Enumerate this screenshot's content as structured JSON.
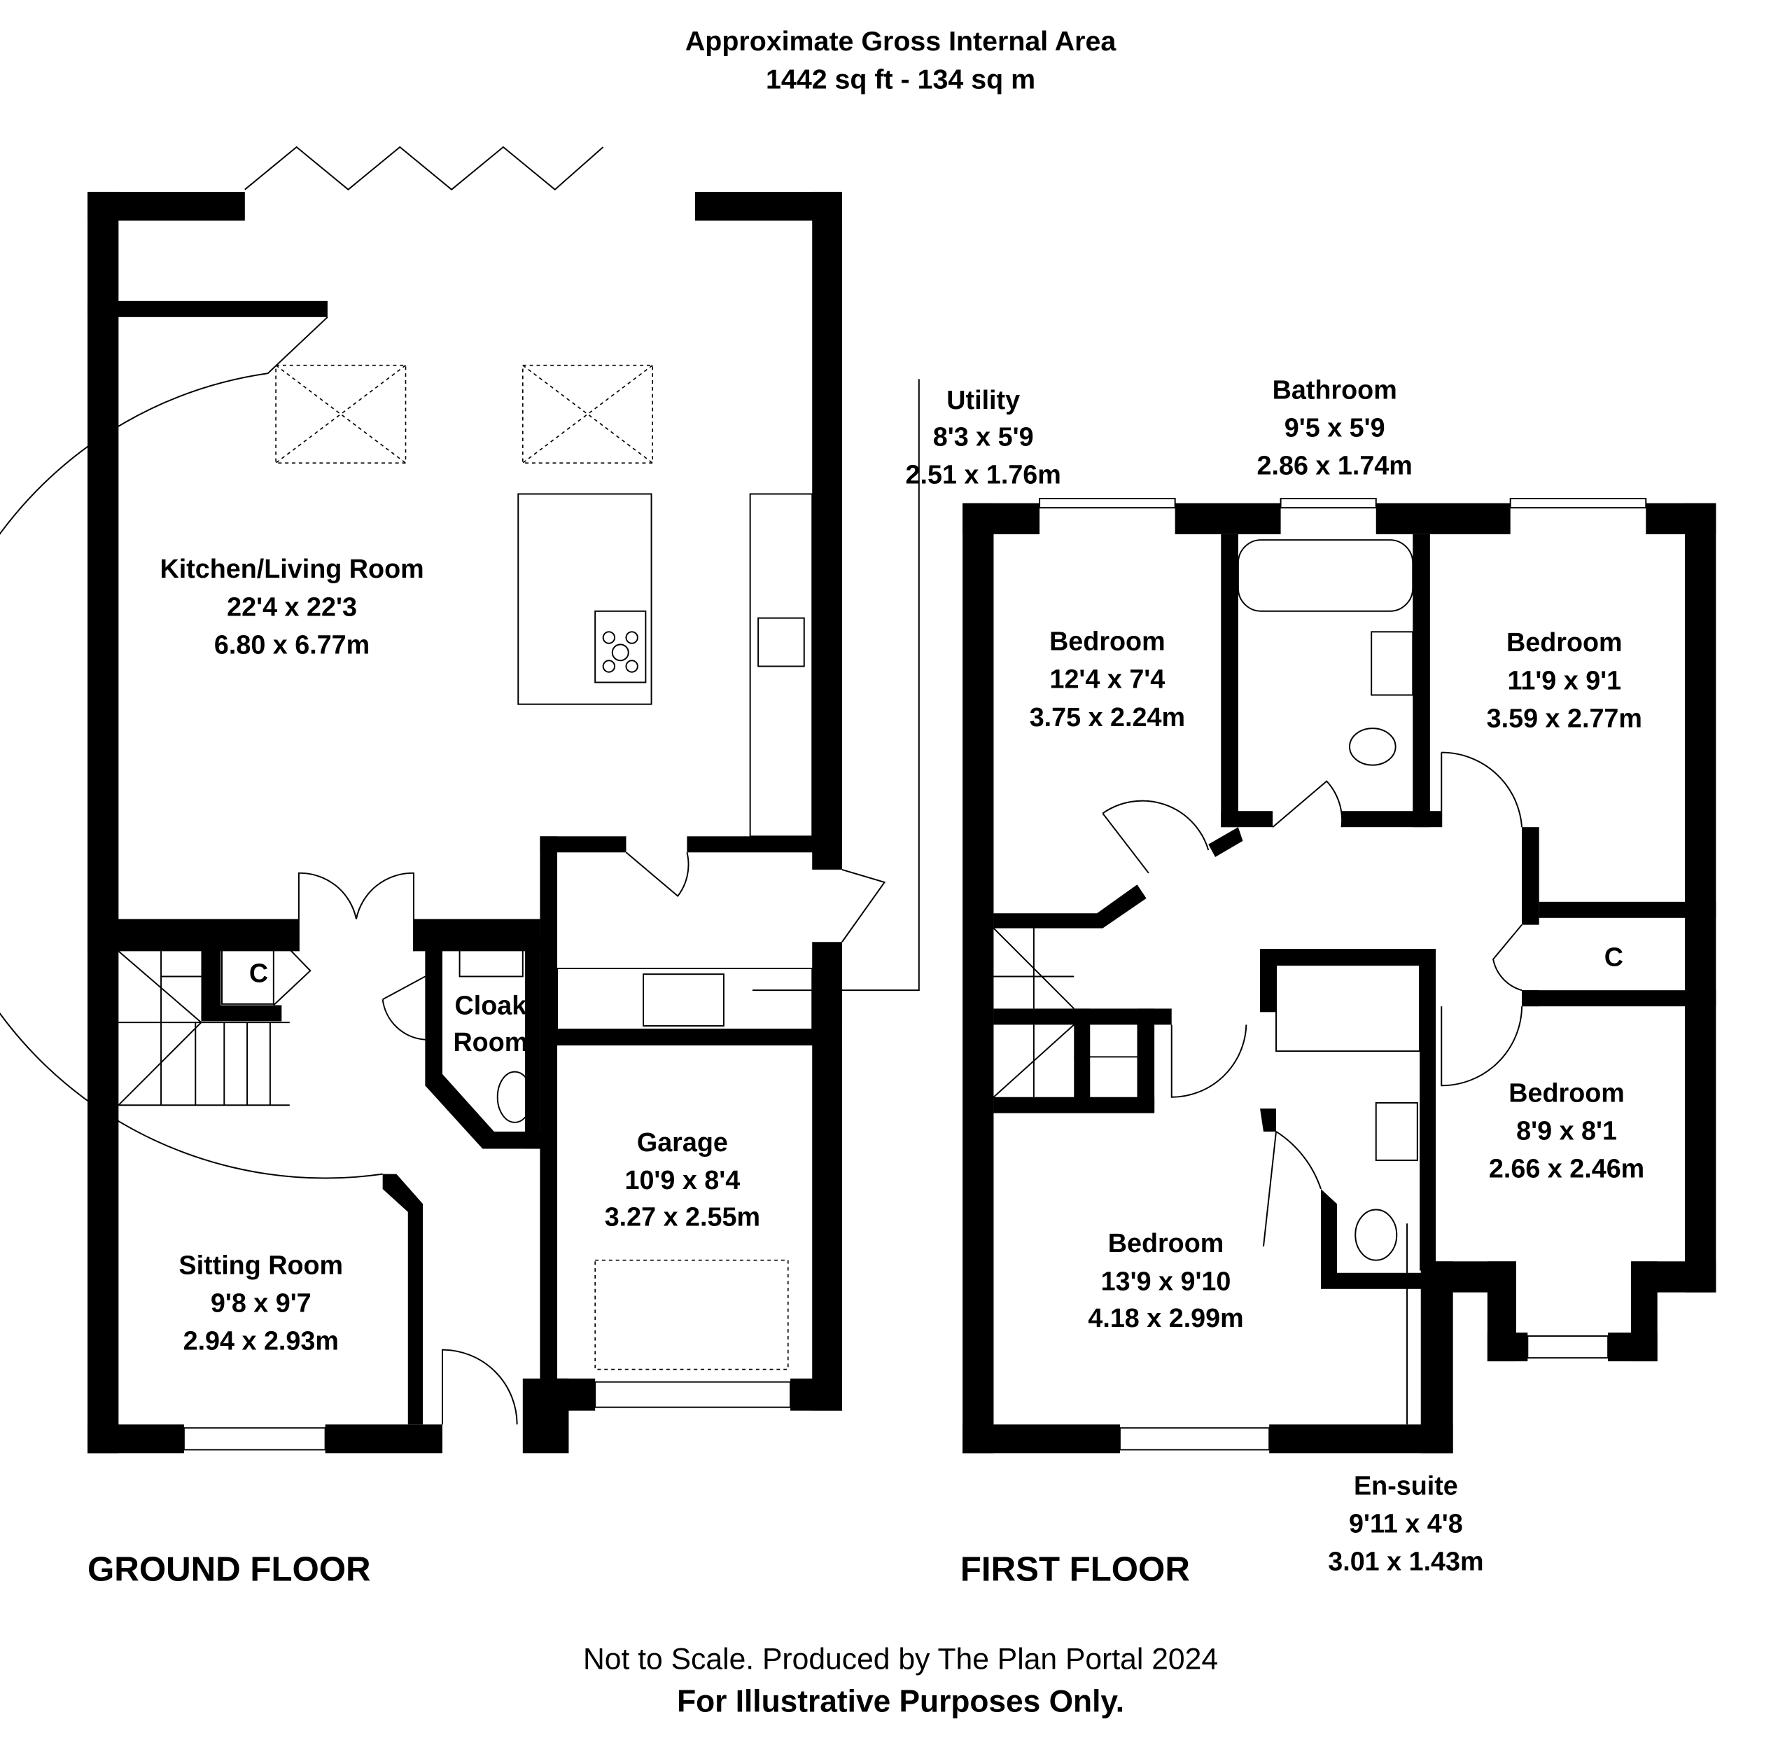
{
  "header": {
    "title": "Approximate Gross Internal Area",
    "area": "1442 sq ft - 134 sq m"
  },
  "ground_floor": {
    "label": "GROUND FLOOR",
    "rooms": [
      {
        "name": "Kitchen/Living Room",
        "imperial": "22'4 x 22'3",
        "metric": "6.80 x 6.77m"
      },
      {
        "name": "Utility",
        "imperial": "8'3 x 5'9",
        "metric": "2.51 x 1.76m"
      },
      {
        "name": "Garage",
        "imperial": "10'9 x 8'4",
        "metric": "3.27 x 2.55m"
      },
      {
        "name": "Sitting Room",
        "imperial": "9'8 x 9'7",
        "metric": "2.94 x 2.93m"
      },
      {
        "name_line1": "Cloak",
        "name_line2": "Room"
      },
      {
        "name": "C"
      }
    ]
  },
  "first_floor": {
    "label": "FIRST FLOOR",
    "rooms": [
      {
        "name": "Bathroom",
        "imperial": "9'5 x 5'9",
        "metric": "2.86 x 1.74m"
      },
      {
        "name": "Bedroom",
        "imperial": "12'4 x 7'4",
        "metric": "3.75 x 2.24m"
      },
      {
        "name": "Bedroom",
        "imperial": "11'9 x 9'1",
        "metric": "3.59 x 2.77m"
      },
      {
        "name": "Bedroom",
        "imperial": "8'9 x 8'1",
        "metric": "2.66 x 2.46m"
      },
      {
        "name": "Bedroom",
        "imperial": "13'9 x 9'10",
        "metric": "4.18 x 2.99m"
      },
      {
        "name": "En-suite",
        "imperial": "9'11 x 4'8",
        "metric": "3.01 x 1.43m"
      },
      {
        "name": "C"
      }
    ]
  },
  "footer": {
    "line1": "Not to Scale. Produced by The Plan Portal 2024",
    "line2": "For Illustrative Purposes Only."
  }
}
